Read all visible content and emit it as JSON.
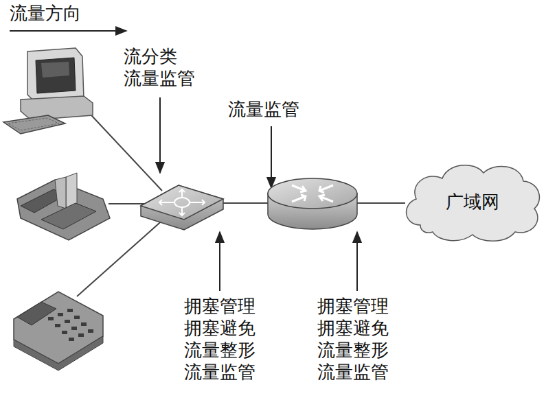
{
  "diagram": {
    "nodes": [
      {
        "text": [
          "广域网"
        ]
      }
    ],
    "labels": [
      "流量方向",
      "流分类 流量监管",
      "流量监管",
      "拥塞管理 拥塞避免 流量整形 流量监管",
      "拥塞管理 拥塞避免 流量整形 流量监管"
    ]
  }
}
